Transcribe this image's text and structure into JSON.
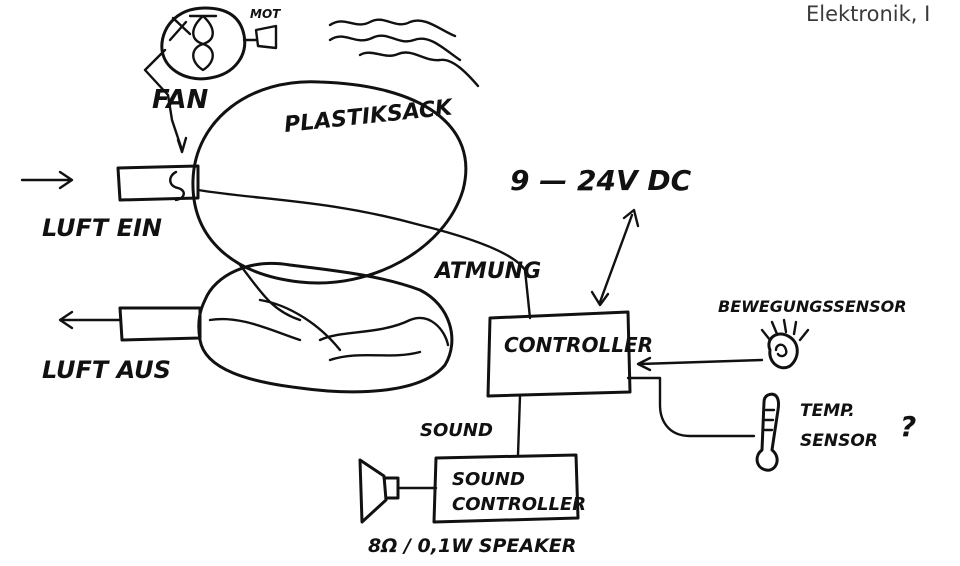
{
  "header": {
    "text": "Elektronik, I"
  },
  "labels": {
    "mot": "MOT",
    "fan": "FAN",
    "plastiksack": "PLASTIKSACK",
    "luft_ein": "LUFT EIN",
    "luft_aus": "LUFT AUS",
    "atmung": "ATMUNG",
    "voltage": "9 — 24V DC",
    "controller": "CONTROLLER",
    "bewegungssensor": "BEWEGUNGSSENSOR",
    "temp_sensor_line1": "TEMP.",
    "temp_sensor_line2": "SENSOR",
    "question": "?",
    "sound": "SOUND",
    "sound_controller_line1": "SOUND",
    "sound_controller_line2": "CONTROLLER",
    "speaker": "8Ω / 0,1W SPEAKER"
  }
}
